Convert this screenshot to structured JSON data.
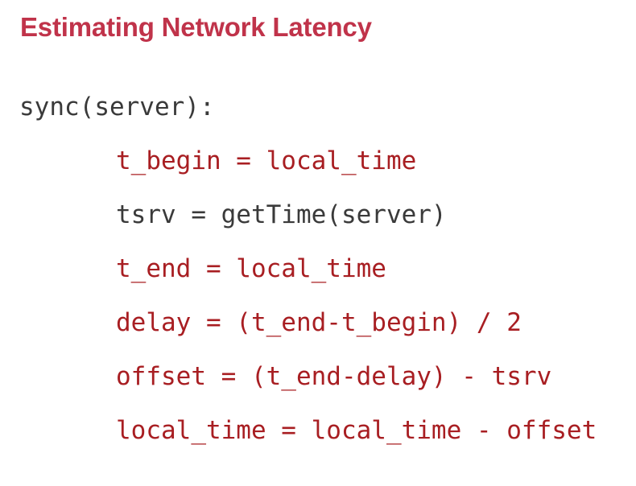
{
  "slide": {
    "title": "Estimating Network Latency",
    "title_color": "#c0334a",
    "background_color": "#ffffff",
    "code_red": "#a81e22",
    "code_gray": "#3a3a3a",
    "code_lines": [
      {
        "text": "sync(server):",
        "indent": false,
        "color": "gray"
      },
      {
        "text": "t_begin = local_time",
        "indent": true,
        "color": "red"
      },
      {
        "text": "tsrv = getTime(server)",
        "indent": true,
        "color": "gray"
      },
      {
        "text": "t_end = local_time",
        "indent": true,
        "color": "red"
      },
      {
        "text": "delay = (t_end-t_begin) / 2",
        "indent": true,
        "color": "red"
      },
      {
        "text": "offset = (t_end-delay) - tsrv",
        "indent": true,
        "color": "red"
      },
      {
        "text": "local_time = local_time - offset",
        "indent": true,
        "color": "red"
      }
    ]
  }
}
